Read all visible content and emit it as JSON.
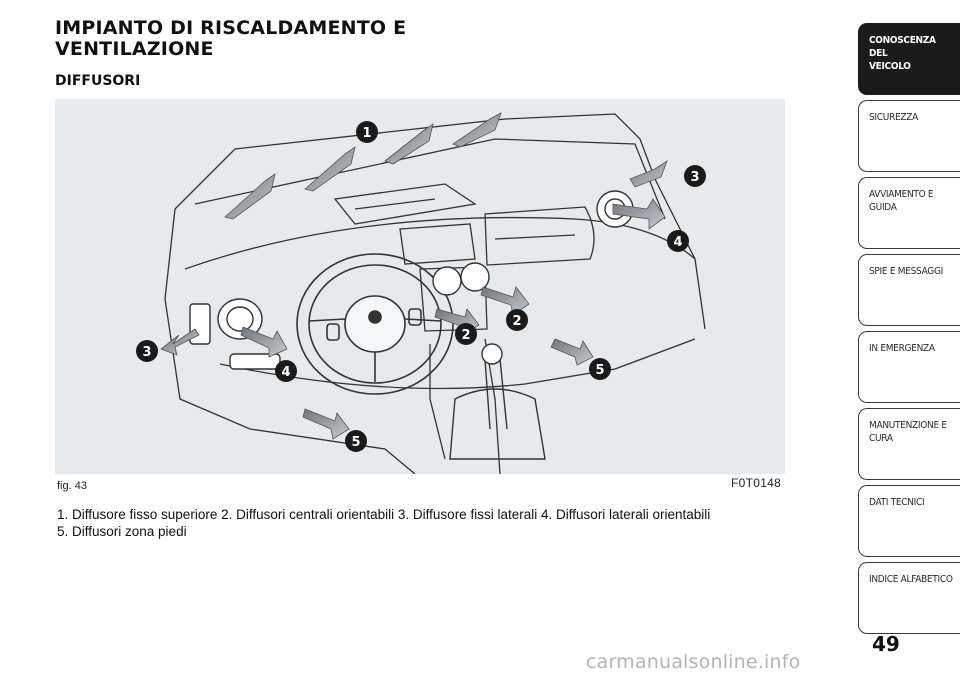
{
  "header": {
    "title_line1": "IMPIANTO DI RISCALDAMENTO E",
    "title_line2": "VENTILAZIONE",
    "section": "DIFFUSORI"
  },
  "figure": {
    "label": "fig. 43",
    "code": "F0T0148",
    "callouts": [
      "1",
      "2",
      "2",
      "3",
      "3",
      "4",
      "4",
      "5",
      "5"
    ]
  },
  "caption": {
    "line1": "1. Diffusore fisso superiore 2. Diffusori centrali orientabili 3. Diffusore fissi laterali 4. Diffusori laterali orientabili",
    "line2": "5. Diffusori zona piedi"
  },
  "nav": {
    "items": [
      {
        "label_line1": "CONOSCENZA DEL",
        "label_line2": "VEICOLO"
      },
      {
        "label_line1": "SICUREZZA",
        "label_line2": ""
      },
      {
        "label_line1": "AVVIAMENTO E",
        "label_line2": "GUIDA"
      },
      {
        "label_line1": "SPIE E MESSAGGI",
        "label_line2": ""
      },
      {
        "label_line1": "IN EMERGENZA",
        "label_line2": ""
      },
      {
        "label_line1": "MANUTENZIONE E",
        "label_line2": "CURA"
      },
      {
        "label_line1": "DATI TECNICI",
        "label_line2": ""
      },
      {
        "label_line1": "INDICE ALFABETICO",
        "label_line2": ""
      }
    ]
  },
  "page_number": "49",
  "watermark": "carmanualsonline.info",
  "colors": {
    "line_art": "#333333",
    "arrow": "#8a8f94",
    "callout": "#1a1a1a",
    "figure_bg": "#e7eaed",
    "active_tab": "#1b1b1b"
  }
}
